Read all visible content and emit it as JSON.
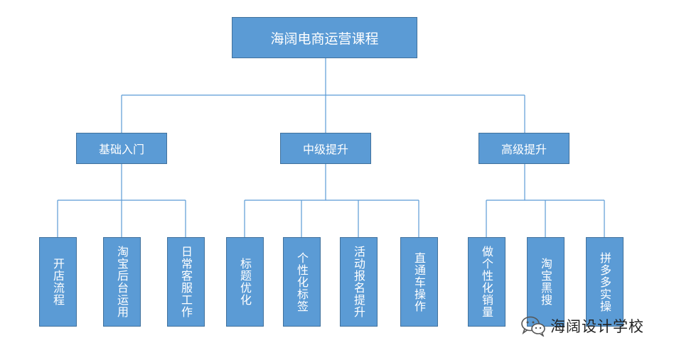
{
  "root": {
    "label": "海阔电商运营课程"
  },
  "level1": [
    {
      "label": "基础入门"
    },
    {
      "label": "中级提升"
    },
    {
      "label": "高级提升"
    }
  ],
  "leaves": [
    {
      "label": "开店流程"
    },
    {
      "label": "淘宝后台运用"
    },
    {
      "label": "日常客服工作"
    },
    {
      "label": "标题优化"
    },
    {
      "label": "个性化标签"
    },
    {
      "label": "活动报名提升"
    },
    {
      "label": "直通车操作"
    },
    {
      "label": "做个性化销量"
    },
    {
      "label": "淘宝黑搜"
    },
    {
      "label": "拼多多实操"
    }
  ],
  "watermark": {
    "text": "海阔设计学校",
    "icon": "wechat-icon"
  },
  "colors": {
    "box_fill": "#5b9bd5",
    "box_border": "#41719c",
    "connector": "#5b9bd5"
  }
}
